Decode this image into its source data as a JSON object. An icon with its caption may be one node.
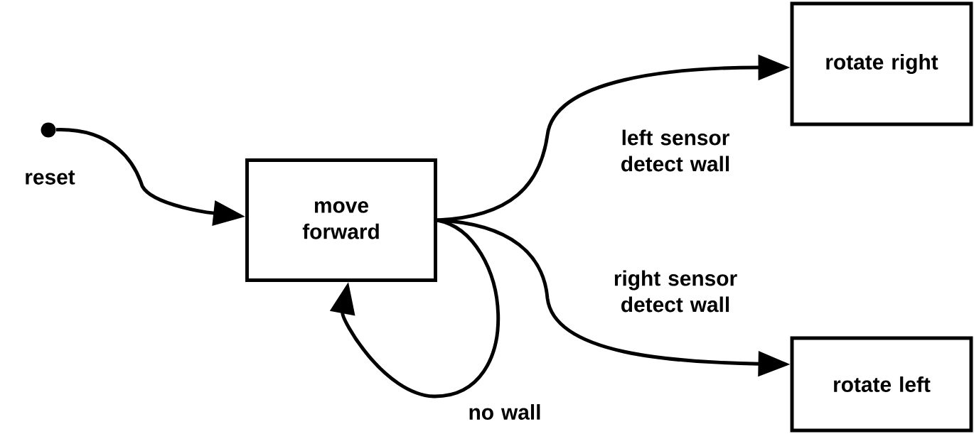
{
  "diagram": {
    "nodes": [
      {
        "text": [],
        "shape": "circle",
        "beside": [
          "reset"
        ]
      },
      {
        "text": [
          "move forward"
        ]
      },
      {
        "text": [
          "rotate right"
        ]
      },
      {
        "text": [
          "rotate left"
        ]
      }
    ],
    "edges": [
      {
        "from": 0,
        "to": 1,
        "arrow": "to"
      },
      {
        "from": 1,
        "to": 2,
        "arrow": "to",
        "label": "left sensor detect wall"
      },
      {
        "from": 1,
        "to": 3,
        "arrow": "to",
        "label": "right sensor detect wall"
      },
      {
        "from": 1,
        "to": 1,
        "arrow": "to",
        "label": "no wall"
      }
    ]
  }
}
